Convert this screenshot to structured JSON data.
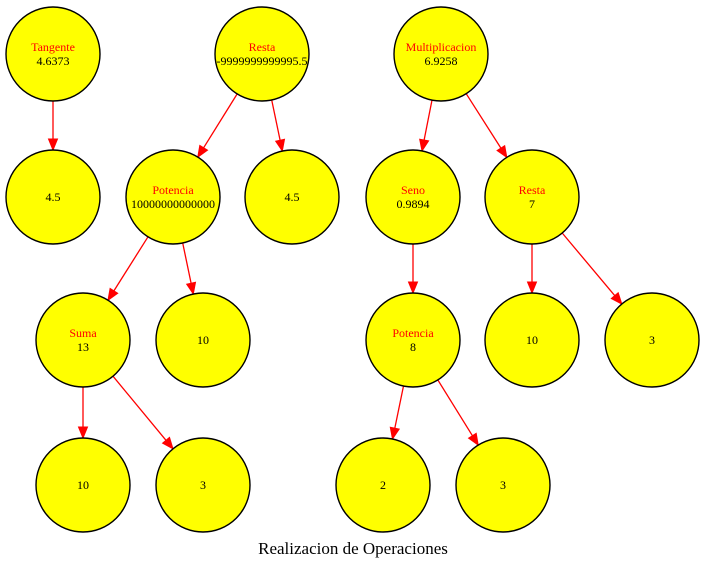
{
  "graph": {
    "caption": "Realizacion de Operaciones",
    "colors": {
      "node_fill": "#ffff00",
      "node_stroke": "#000000",
      "edge": "#ff0000",
      "operator_text": "#ff0000",
      "value_text": "#000000"
    },
    "nodes": {
      "tangente": {
        "name": "Tangente",
        "value": "4.6373"
      },
      "tan_arg": {
        "name": "",
        "value": "4.5"
      },
      "resta_1": {
        "name": "Resta",
        "value": "-9999999999995.5"
      },
      "potencia_1": {
        "name": "Potencia",
        "value": "10000000000000"
      },
      "resta_1_rhs": {
        "name": "",
        "value": "4.5"
      },
      "suma": {
        "name": "Suma",
        "value": "13"
      },
      "potencia_1_exp": {
        "name": "",
        "value": "10"
      },
      "suma_lhs": {
        "name": "",
        "value": "10"
      },
      "suma_rhs": {
        "name": "",
        "value": "3"
      },
      "multiplicacion": {
        "name": "Multiplicacion",
        "value": "6.9258"
      },
      "seno": {
        "name": "Seno",
        "value": "0.9894"
      },
      "resta_2": {
        "name": "Resta",
        "value": "7"
      },
      "potencia_2": {
        "name": "Potencia",
        "value": "8"
      },
      "resta_2_lhs": {
        "name": "",
        "value": "10"
      },
      "resta_2_rhs": {
        "name": "",
        "value": "3"
      },
      "potencia_2_base": {
        "name": "",
        "value": "2"
      },
      "potencia_2_exp": {
        "name": "",
        "value": "3"
      }
    }
  }
}
